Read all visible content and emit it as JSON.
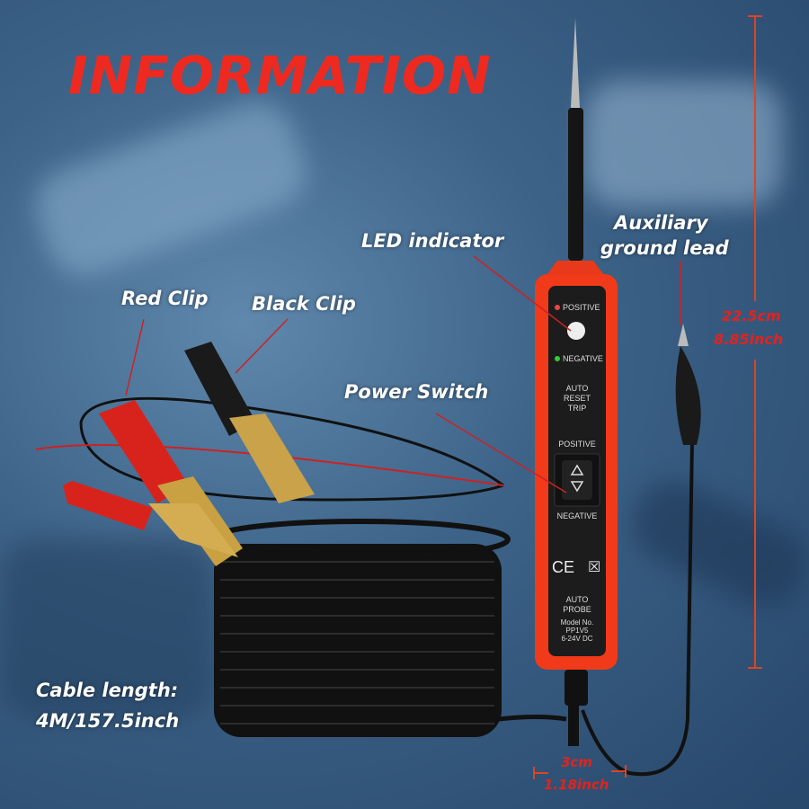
{
  "title": "INFORMATION",
  "labels": {
    "led": "LED indicator",
    "aux_line1": "Auxiliary",
    "aux_line2": "ground lead",
    "red_clip": "Red Clip",
    "black_clip": "Black Clip",
    "power_switch": "Power Switch",
    "cable_line1": "Cable length:",
    "cable_line2": "4M/157.5inch"
  },
  "dimensions": {
    "height_cm": "22.5cm",
    "height_in": "8.85inch",
    "width_cm": "3cm",
    "width_in": "1.18inch"
  },
  "probe": {
    "positive": "POSITIVE",
    "negative": "NEGATIVE",
    "auto_reset_trip": [
      "AUTO",
      "RESET",
      "TRIP"
    ],
    "switch_top": "POSITIVE",
    "switch_bottom": "NEGATIVE",
    "ce": "CE",
    "auto_probe": [
      "AUTO",
      "PROBE"
    ],
    "model": [
      "Model No.",
      "PP1V5",
      "6-24V DC"
    ]
  },
  "colors": {
    "accent": "#e4221c",
    "probe_body": "#f03a1a"
  }
}
